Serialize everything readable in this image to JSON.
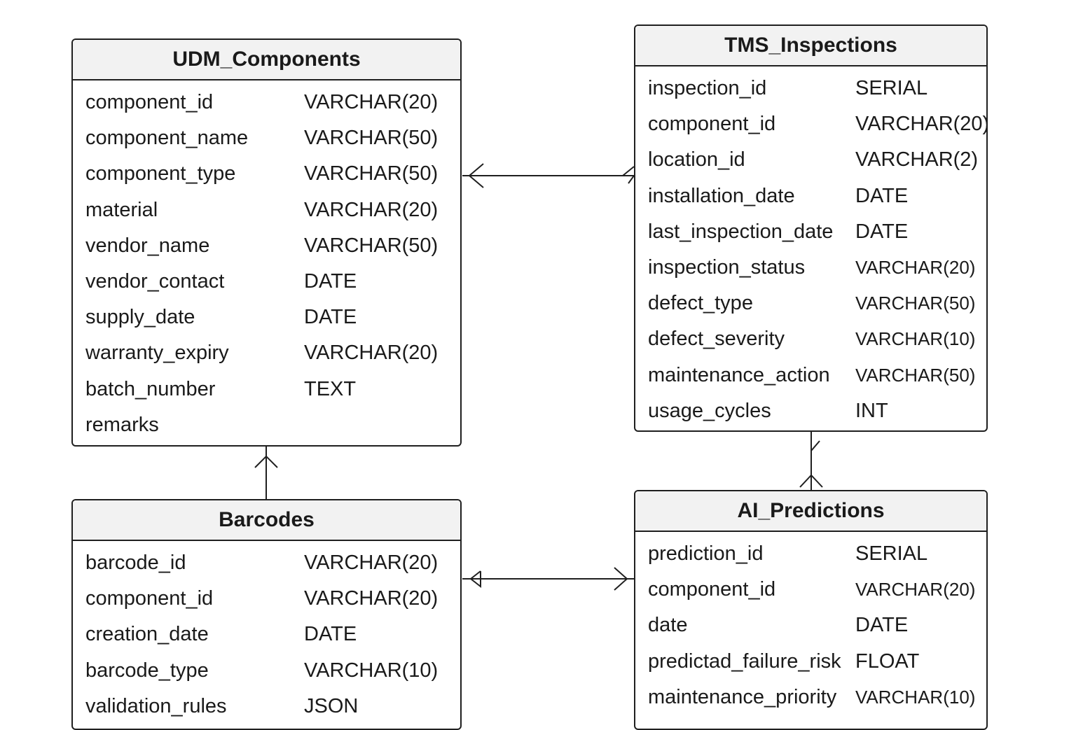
{
  "entities": {
    "udm_components": {
      "title": "UDM_Components",
      "fields": [
        {
          "name": "component_id",
          "type": "VARCHAR(20)"
        },
        {
          "name": "component_name",
          "type": "VARCHAR(50)"
        },
        {
          "name": "component_type",
          "type": "VARCHAR(50)"
        },
        {
          "name": "material",
          "type": "VARCHAR(20)"
        },
        {
          "name": "vendor_name",
          "type": "VARCHAR(50)"
        },
        {
          "name": "vendor_contact",
          "type": "DATE"
        },
        {
          "name": "supply_date",
          "type": "DATE"
        },
        {
          "name": "warranty_expiry",
          "type": "VARCHAR(20)"
        },
        {
          "name": "batch_number",
          "type": "TEXT"
        },
        {
          "name": "remarks",
          "type": ""
        }
      ]
    },
    "tms_inspections": {
      "title": "TMS_Inspections",
      "fields": [
        {
          "name": "inspection_id",
          "type": "SERIAL"
        },
        {
          "name": "component_id",
          "type": "VARCHAR(20)"
        },
        {
          "name": "location_id",
          "type": "VARCHAR(2)"
        },
        {
          "name": "installation_date",
          "type": "DATE"
        },
        {
          "name": "last_inspection_date",
          "type": "DATE"
        },
        {
          "name": "inspection_status",
          "type": "VARCHAR(20)"
        },
        {
          "name": "defect_type",
          "type": "VARCHAR(50)"
        },
        {
          "name": "defect_severity",
          "type": "VARCHAR(10)"
        },
        {
          "name": "maintenance_action",
          "type": "VARCHAR(50)"
        },
        {
          "name": "usage_cycles",
          "type": "INT"
        }
      ]
    },
    "barcodes": {
      "title": "Barcodes",
      "fields": [
        {
          "name": "barcode_id",
          "type": "VARCHAR(20)"
        },
        {
          "name": "component_id",
          "type": "VARCHAR(20)"
        },
        {
          "name": "creation_date",
          "type": "DATE"
        },
        {
          "name": "barcode_type",
          "type": "VARCHAR(10)"
        },
        {
          "name": "validation_rules",
          "type": "JSON"
        }
      ]
    },
    "ai_predictions": {
      "title": "AI_Predictions",
      "fields": [
        {
          "name": "prediction_id",
          "type": "SERIAL"
        },
        {
          "name": "component_id",
          "type": "VARCHAR(20)"
        },
        {
          "name": "date",
          "type": "DATE"
        },
        {
          "name": "predictad_failure_risk",
          "type": "FLOAT"
        },
        {
          "name": "maintenance_priority",
          "type": "VARCHAR(10)"
        }
      ]
    }
  }
}
